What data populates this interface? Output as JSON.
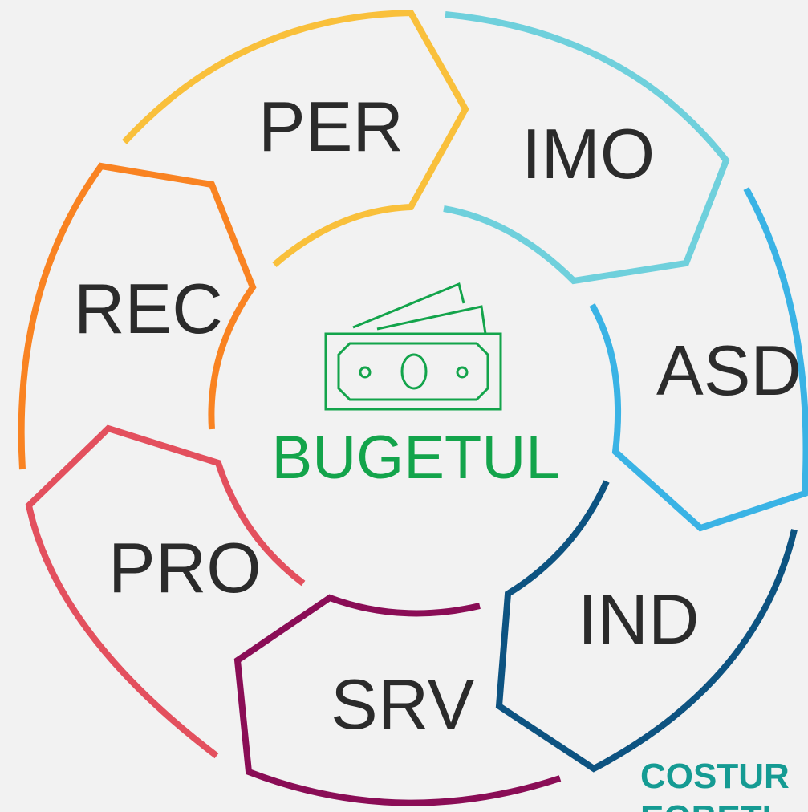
{
  "center": {
    "label": "BUGETUL",
    "icon": "money-bills-icon",
    "color": "#13a44b"
  },
  "segments": [
    {
      "id": "per",
      "label": "PER",
      "color": "#f9c03b"
    },
    {
      "id": "imo",
      "label": "IMO",
      "color": "#6fd0dc"
    },
    {
      "id": "asd",
      "label": "ASD",
      "color": "#3ab3e5"
    },
    {
      "id": "ind",
      "label": "IND",
      "color": "#0d5381"
    },
    {
      "id": "srv",
      "label": "SRV",
      "color": "#8a0d56"
    },
    {
      "id": "pro",
      "label": "PRO",
      "color": "#e3505e"
    },
    {
      "id": "rec",
      "label": "REC",
      "color": "#f98322"
    }
  ],
  "corner": {
    "line1": "COSTUR",
    "line2": "EOBETI",
    "color": "#159b93"
  }
}
